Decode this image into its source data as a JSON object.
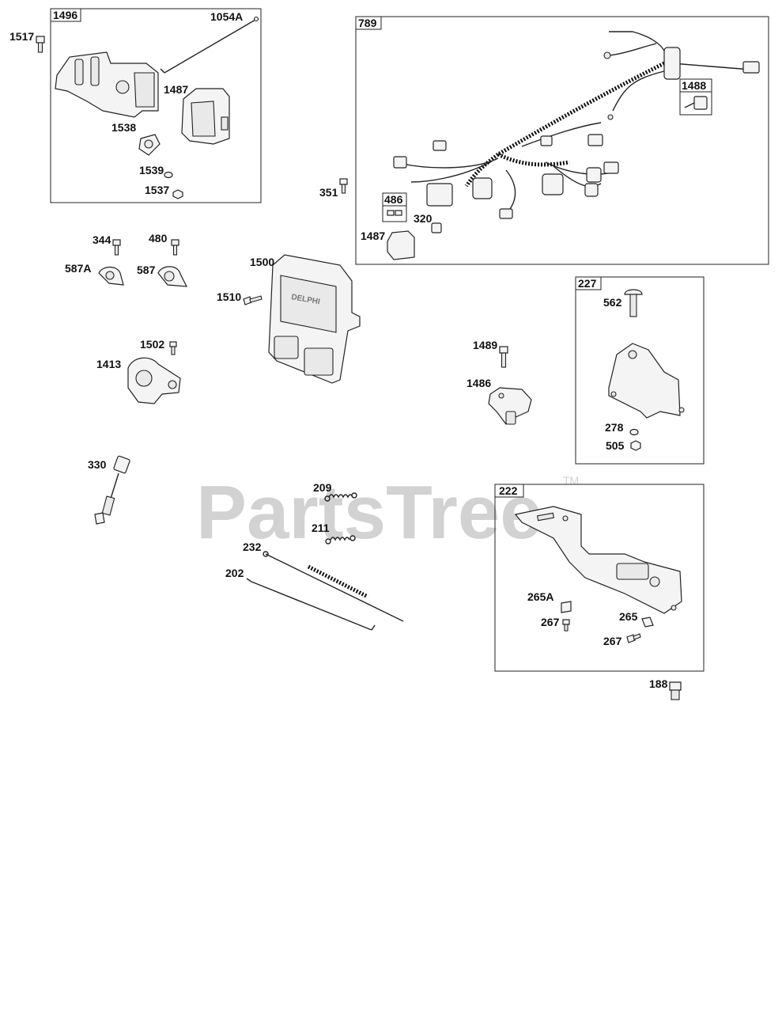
{
  "watermark": {
    "text": "PartsTree",
    "trademark": "TM"
  },
  "boxes": {
    "b1496": "1496",
    "b789": "789",
    "b1488": "1488",
    "b486": "486",
    "b227": "227",
    "b222": "222"
  },
  "labels": {
    "l1517": "1517",
    "l1054A": "1054A",
    "l1487a": "1487",
    "l1538": "1538",
    "l1539": "1539",
    "l1537": "1537",
    "l351": "351",
    "l320": "320",
    "l1487b": "1487",
    "l344": "344",
    "l480": "480",
    "l587A": "587A",
    "l587": "587",
    "l1500": "1500",
    "l1510": "1510",
    "l1502": "1502",
    "l1413": "1413",
    "l562": "562",
    "l1489": "1489",
    "l1486": "1486",
    "l278": "278",
    "l505": "505",
    "l330": "330",
    "l209": "209",
    "l211": "211",
    "l232": "232",
    "l202": "202",
    "l265A": "265A",
    "l265": "265",
    "l267a": "267",
    "l267b": "267",
    "l188": "188"
  }
}
